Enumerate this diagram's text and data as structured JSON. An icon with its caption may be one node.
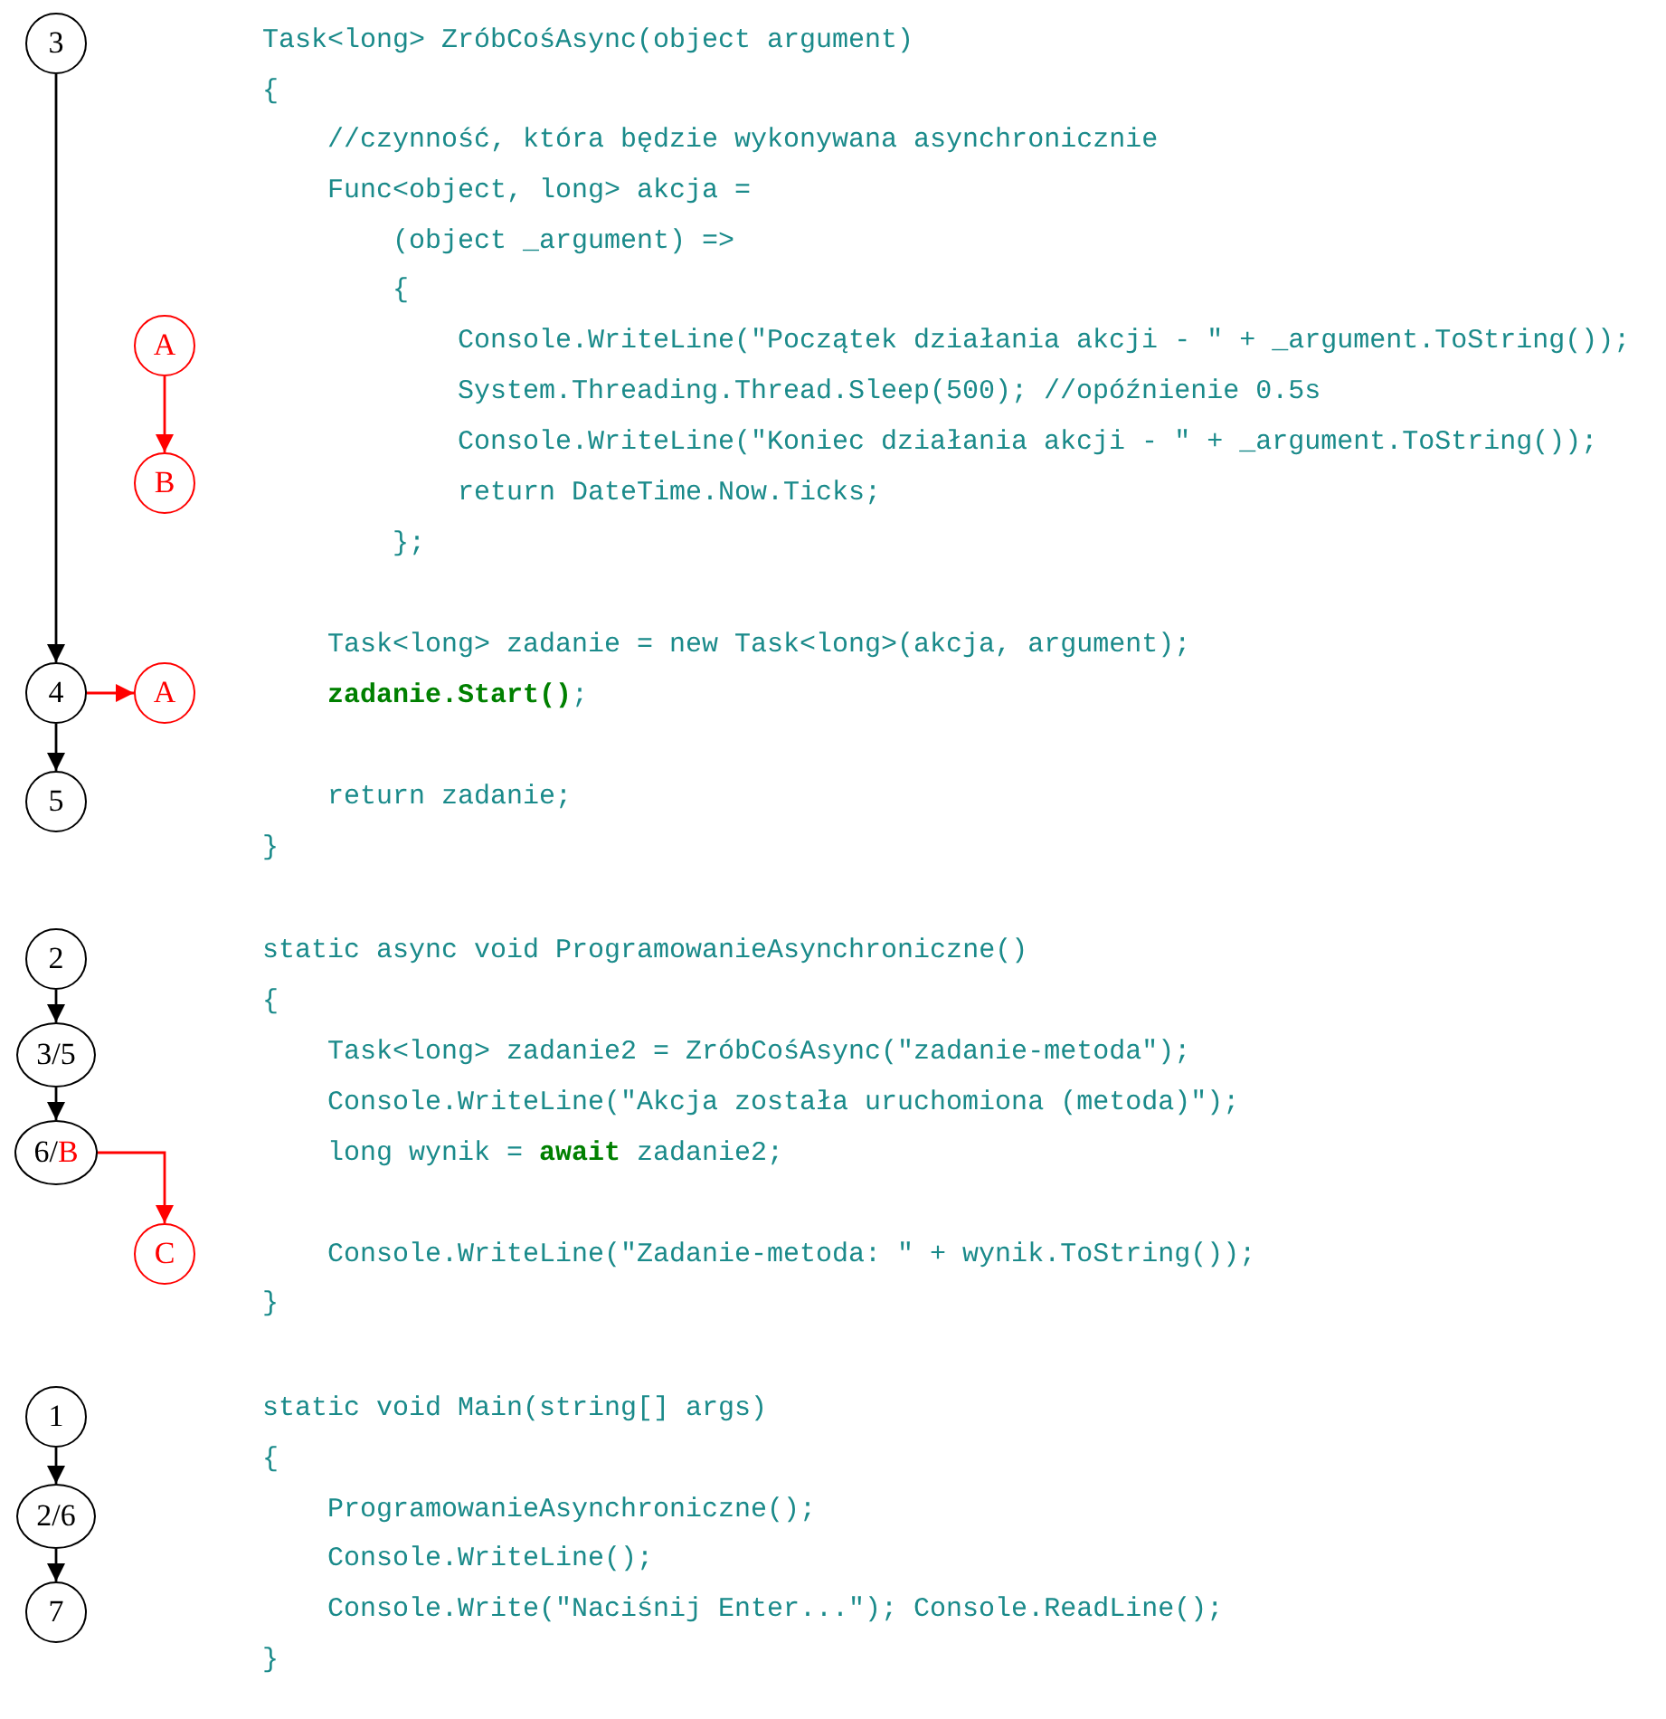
{
  "diagram": {
    "nodes": [
      {
        "text": [
          "3"
        ]
      },
      {
        "text": [
          "A"
        ]
      },
      {
        "text": [
          "B"
        ]
      },
      {
        "text": [
          "4"
        ]
      },
      {
        "text": [
          "A"
        ]
      },
      {
        "text": [
          "5"
        ]
      },
      {
        "text": [
          "2"
        ]
      },
      {
        "text": [
          "3/5"
        ]
      },
      {
        "text": [
          "6/",
          "B"
        ]
      },
      {
        "text": [
          "C"
        ]
      },
      {
        "text": [
          "1"
        ]
      },
      {
        "text": [
          "2/6"
        ]
      },
      {
        "text": [
          "7"
        ]
      }
    ],
    "edges": [
      {
        "from": 0,
        "to": 3,
        "arrow": "to"
      },
      {
        "from": 1,
        "to": 2,
        "arrow": "to",
        "color": "#ff0000"
      },
      {
        "from": 3,
        "to": 4,
        "arrow": "to",
        "color": "#ff0000"
      },
      {
        "from": 3,
        "to": 5,
        "arrow": "to"
      },
      {
        "from": 6,
        "to": 7,
        "arrow": "to"
      },
      {
        "from": 7,
        "to": 8,
        "arrow": "to"
      },
      {
        "from": 8,
        "to": 9,
        "arrow": "to",
        "color": "#ff0000"
      },
      {
        "from": 10,
        "to": 11,
        "arrow": "to"
      },
      {
        "from": 11,
        "to": 12,
        "arrow": "to"
      }
    ],
    "labels": [
      "Task<long> ZróbCośAsync(object argument)",
      "{",
      "//czynność, która będzie wykonywana asynchronicznie",
      "Func<object, long> akcja =",
      "(object _argument) =>",
      "{",
      "Console.WriteLine(\"Początek działania akcji - \" + _argument.ToString());",
      "System.Threading.Thread.Sleep(500); //opóźnienie 0.5s",
      "Console.WriteLine(\"Koniec działania akcji - \" + _argument.ToString());",
      "return DateTime.Now.Ticks;",
      "};",
      "Task<long> zadanie = new Task<long>(akcja, argument);",
      "**zadanie.Start()**;",
      "return zadanie;",
      "}",
      "static async void ProgramowanieAsynchroniczne()",
      "{",
      "Task<long> zadanie2 = ZróbCośAsync(\"zadanie-metoda\");",
      "Console.WriteLine(\"Akcja została uruchomiona (metoda)\");",
      "long wynik = **await** zadanie2;",
      "Console.WriteLine(\"Zadanie-metoda: \" + wynik.ToString());",
      "}",
      "static void Main(string[] args)",
      "{",
      "ProgramowanieAsynchroniczne();",
      "Console.WriteLine();",
      "Console.Write(\"Naciśnij Enter...\"); Console.ReadLine();",
      "}"
    ]
  }
}
